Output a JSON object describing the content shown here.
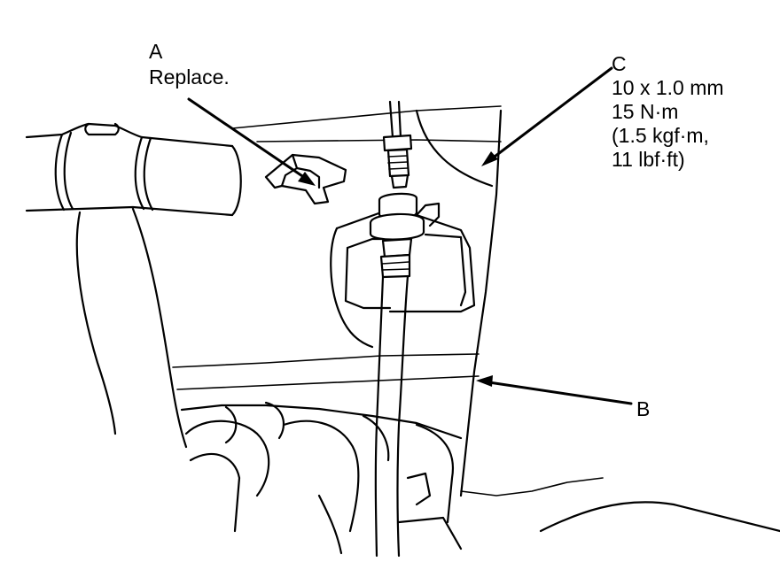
{
  "callouts": {
    "a": {
      "letter": "A",
      "note": "Replace."
    },
    "b": {
      "letter": "B"
    },
    "c": {
      "letter": "C",
      "lines": [
        "10 x 1.0 mm",
        "15 N·m",
        "(1.5 kgf·m,",
        "11 lbf·ft)"
      ]
    }
  },
  "colors": {
    "ink": "#000000",
    "paper": "#ffffff"
  }
}
